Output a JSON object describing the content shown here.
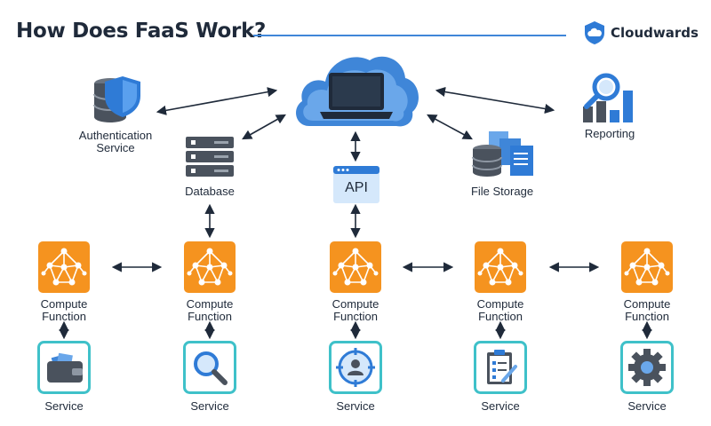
{
  "header": {
    "title": "How Does FaaS Work?",
    "brand": "Cloudwards"
  },
  "colors": {
    "title_rule": "#3f86d8",
    "compute_orange": "#f5931f",
    "service_teal": "#3fc1c9",
    "arrow": "#1f2a3a",
    "blue": "#2f7bd6"
  },
  "top_nodes": {
    "auth": {
      "label_line1": "Authentication",
      "label_line2": "Service",
      "icon": "database-shield-icon"
    },
    "database": {
      "label": "Database",
      "icon": "server-rack-icon"
    },
    "api": {
      "label": "API",
      "icon": "api-window-icon"
    },
    "file_storage": {
      "label": "File Storage",
      "icon": "file-storage-icon"
    },
    "reporting": {
      "label": "Reporting",
      "icon": "report-chart-icon"
    },
    "cloud": {
      "icon": "cloud-laptop-icon"
    }
  },
  "compute_functions": [
    {
      "label_line1": "Compute",
      "label_line2": "Function"
    },
    {
      "label_line1": "Compute",
      "label_line2": "Function"
    },
    {
      "label_line1": "Compute",
      "label_line2": "Function"
    },
    {
      "label_line1": "Compute",
      "label_line2": "Function"
    },
    {
      "label_line1": "Compute",
      "label_line2": "Function"
    }
  ],
  "services": [
    {
      "label": "Service",
      "icon": "wallet-icon"
    },
    {
      "label": "Service",
      "icon": "magnifier-icon"
    },
    {
      "label": "Service",
      "icon": "user-target-icon"
    },
    {
      "label": "Service",
      "icon": "clipboard-icon"
    },
    {
      "label": "Service",
      "icon": "gear-icon"
    }
  ]
}
